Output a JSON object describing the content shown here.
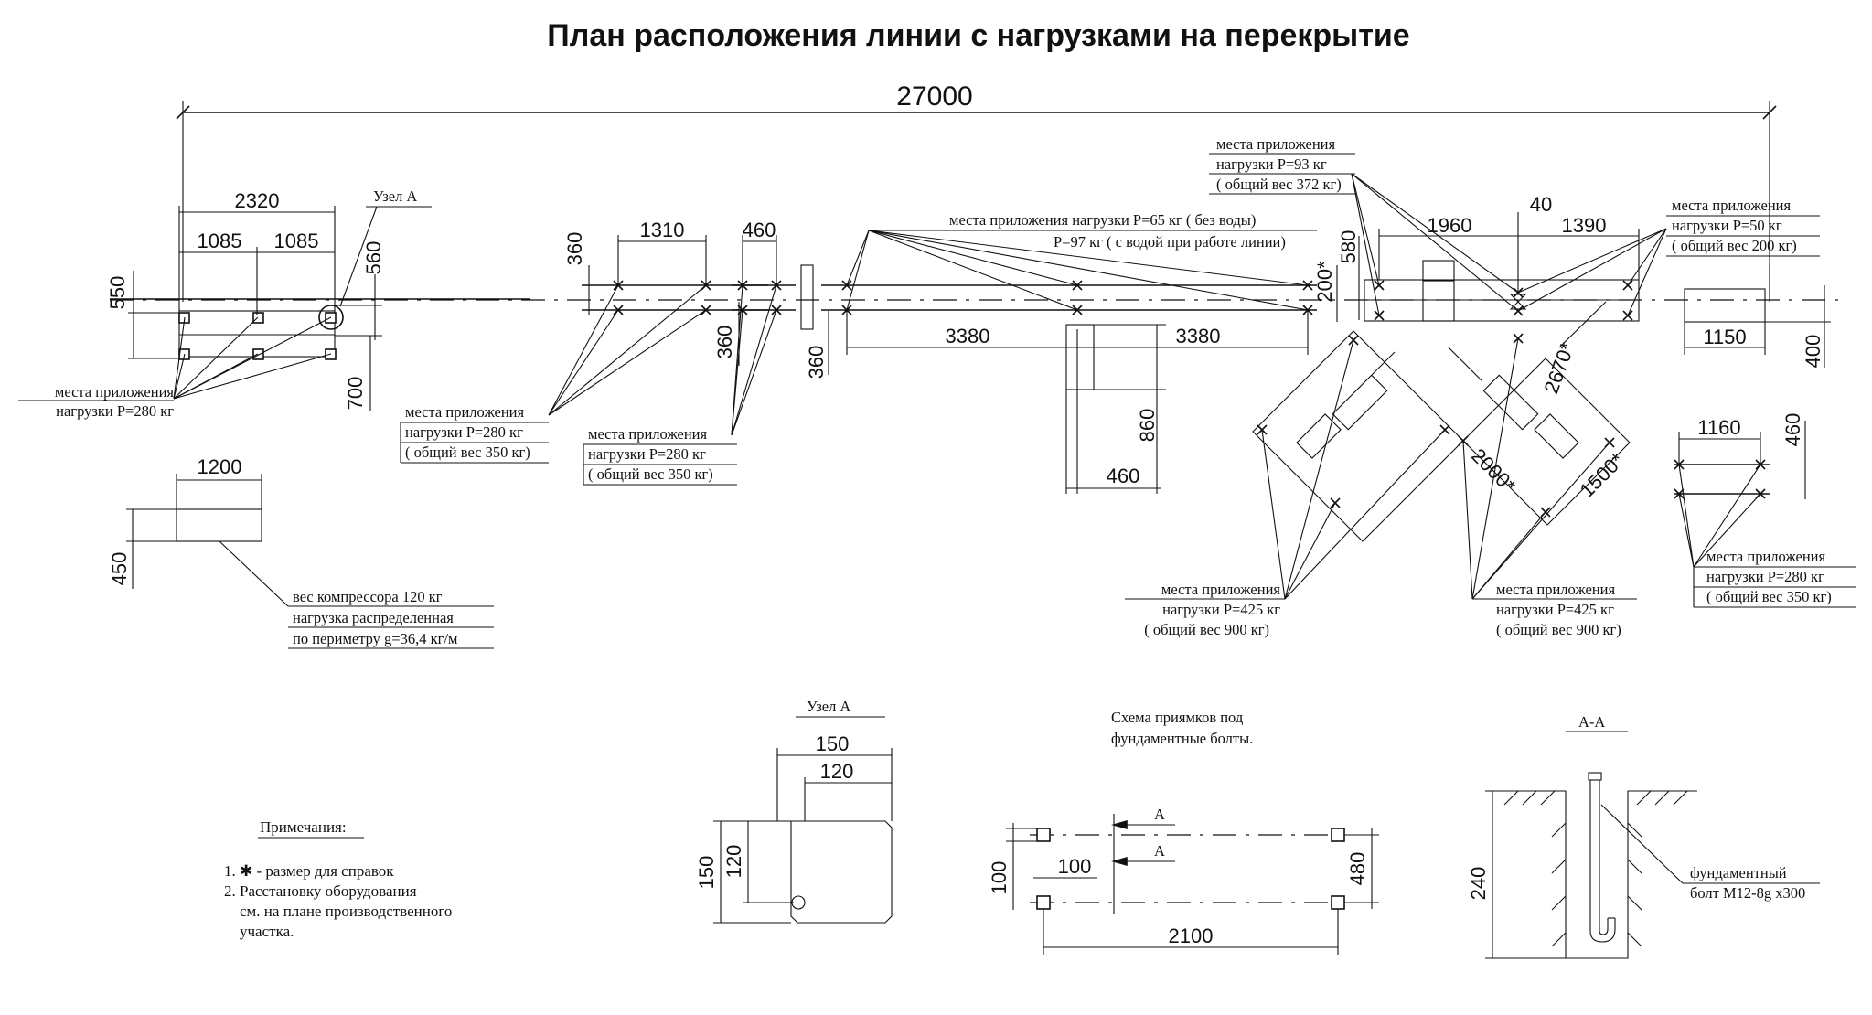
{
  "title": "План расположения линии с нагрузками на перекрытие",
  "overall_dim": "27000",
  "left_unit": {
    "node_label": "Узел А",
    "dims": {
      "width_total": "2320",
      "half_left": "1085",
      "half_right": "1085",
      "v550": "550",
      "v560": "560",
      "v700": "700"
    },
    "callout": [
      "места приложения",
      "нагрузки Р=280 кг"
    ]
  },
  "compressor": {
    "dims": {
      "w1200": "1200",
      "h450": "450"
    },
    "callout": [
      "вес компрессора 120 кг",
      "нагрузка распределенная",
      "по периметру g=36,4 кг/м"
    ]
  },
  "unit2": {
    "dims": {
      "w1310": "1310",
      "h360": "360"
    },
    "callout": [
      "места приложения",
      "нагрузки Р=280 кг",
      "( общий вес 350 кг)"
    ]
  },
  "unit3": {
    "dims": {
      "w460": "460",
      "h360": "360"
    },
    "callout": [
      "места приложения",
      "нагрузки Р=280 кг",
      "( общий вес 350 кг)"
    ]
  },
  "conveyor": {
    "dims": {
      "h360": "360",
      "l3380a": "3380",
      "l3380b": "3380",
      "h200": "200*",
      "h860": "860",
      "w460": "460"
    },
    "callout": [
      "места приложения нагрузки Р=65 кг ( без воды)",
      "Р=97 кг ( с водой при работе линии)"
    ]
  },
  "main_unit": {
    "dims": {
      "w1960": "1960",
      "w40": "40",
      "w1390": "1390",
      "h580": "580",
      "d2670": "2670*",
      "d2000": "2000*",
      "d1500": "1500*"
    },
    "callout_top": [
      "места приложения",
      "нагрузки Р=93 кг",
      "( общий вес 372 кг)"
    ],
    "callout_right": [
      "места приложения",
      "нагрузки Р=50 кг",
      "( общий вес 200 кг)"
    ],
    "callout_bottom_left": [
      "места приложения",
      "нагрузки Р=425 кг",
      "( общий вес 900 кг)"
    ],
    "callout_bottom_right": [
      "места приложения",
      "нагрузки Р=425 кг",
      "( общий вес 900 кг)"
    ]
  },
  "end_unit": {
    "dims": {
      "w1150": "1150",
      "h400": "400"
    }
  },
  "right_unit": {
    "dims": {
      "w1160": "1160",
      "h460": "460"
    },
    "callout": [
      "места приложения",
      "нагрузки Р=280 кг",
      "( общий вес 350 кг)"
    ]
  },
  "node_a": {
    "title": "Узел А",
    "dims": {
      "w150": "150",
      "w120": "120",
      "h150": "150",
      "h120": "120"
    }
  },
  "pits": {
    "title_lines": [
      "Схема приямков под",
      "фундаментные болты."
    ],
    "dims": {
      "h100": "100",
      "w100": "100",
      "h480": "480",
      "w2100": "2100"
    },
    "section_marks": [
      "А",
      "А"
    ]
  },
  "section_aa": {
    "title": "А-А",
    "dims": {
      "h240": "240"
    },
    "callout": [
      "фундаментный",
      "болт М12-8g x300"
    ]
  },
  "notes": {
    "heading": "Примечания:",
    "items": [
      "1. ✱ - размер для справок",
      "2. Расстановку оборудования",
      "см. на плане производственного",
      "участка."
    ]
  }
}
